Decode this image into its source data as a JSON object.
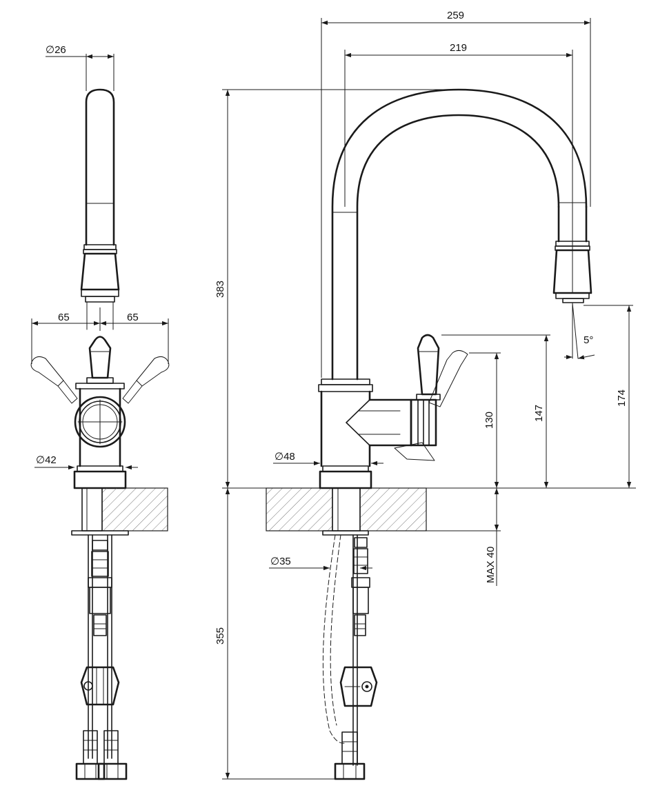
{
  "dimensions": {
    "spout_diameter": "∅26",
    "handle_reach_left": "65",
    "handle_reach_right": "65",
    "base_diameter_front": "∅42",
    "base_diameter_side": "∅48",
    "shank_diameter": "∅35",
    "overall_width": "259",
    "spout_reach": "219",
    "total_height": "383",
    "below_deck_length": "355",
    "body_outlet_height": "130",
    "handle_height": "147",
    "spout_outlet_height": "174",
    "max_deck_thickness": "MAX 40",
    "spray_angle": "5°"
  },
  "colors": {
    "line": "#1a1a1a",
    "hatch": "#777777"
  }
}
